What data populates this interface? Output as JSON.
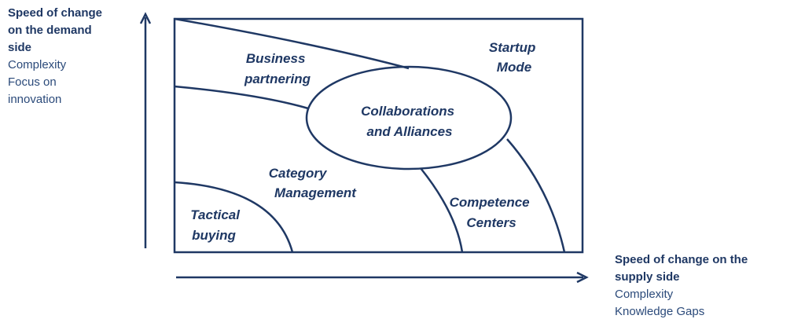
{
  "y_axis": {
    "title_lines": [
      "Speed of change",
      "on the demand",
      "side"
    ],
    "sub_lines": [
      "Complexity",
      "Focus on",
      "innovation"
    ]
  },
  "x_axis": {
    "title_lines": [
      "Speed of change on the",
      "supply side"
    ],
    "sub_lines": [
      "Complexity",
      "Knowledge Gaps"
    ]
  },
  "regions": {
    "business_partnering": [
      "Business",
      "partnering"
    ],
    "startup_mode": [
      "Startup",
      "Mode"
    ],
    "collaborations": [
      "Collaborations",
      "and Alliances"
    ],
    "category_management": [
      "Category",
      "Management"
    ],
    "competence_centers": [
      "Competence",
      "Centers"
    ],
    "tactical_buying": [
      "Tactical",
      "buying"
    ]
  },
  "colors": {
    "line": "#1f3864",
    "text": "#1f3864"
  }
}
